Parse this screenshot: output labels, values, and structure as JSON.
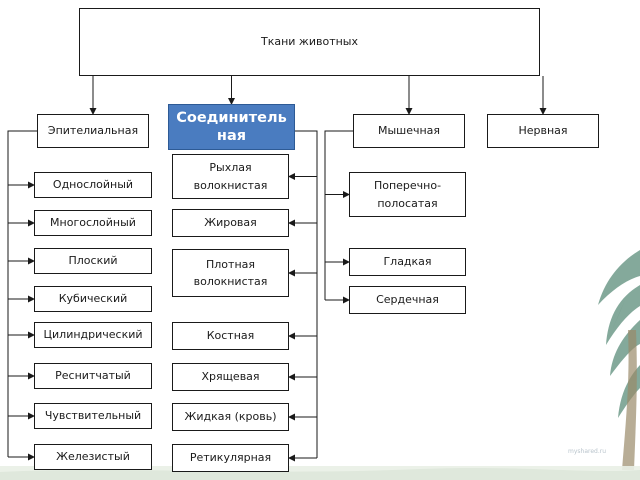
{
  "root": "Ткани животных",
  "categories": [
    {
      "key": "epithelial",
      "label": "Эпителиальная",
      "highlighted": false,
      "children": [
        "Однослойный",
        "Многослойный",
        "Плоский",
        "Кубический",
        "Цилиндрический",
        "Реснитчатый",
        "Чувствительный",
        "Железистый"
      ]
    },
    {
      "key": "connective",
      "label": "Соединитель\nная",
      "highlighted": true,
      "children": [
        "Рыхлая\nволокнистая",
        "Жировая",
        "Плотная\nволокнистая",
        "Костная",
        "Хрящевая",
        "Жидкая (кровь)",
        "Ретикулярная"
      ]
    },
    {
      "key": "muscle",
      "label": "Мышечная",
      "highlighted": false,
      "children": [
        "Поперечно-\nполосатая",
        "Гладкая",
        "Сердечная"
      ]
    },
    {
      "key": "nervous",
      "label": "Нервная",
      "highlighted": false,
      "children": []
    }
  ],
  "watermark": "myshared.ru",
  "colors": {
    "line": "#1a1a1a",
    "box_border": "#1a1a1a",
    "highlight_fill": "#4a7cc0",
    "background": "#ffffff",
    "palm_decoration": "#8fb3a8"
  }
}
